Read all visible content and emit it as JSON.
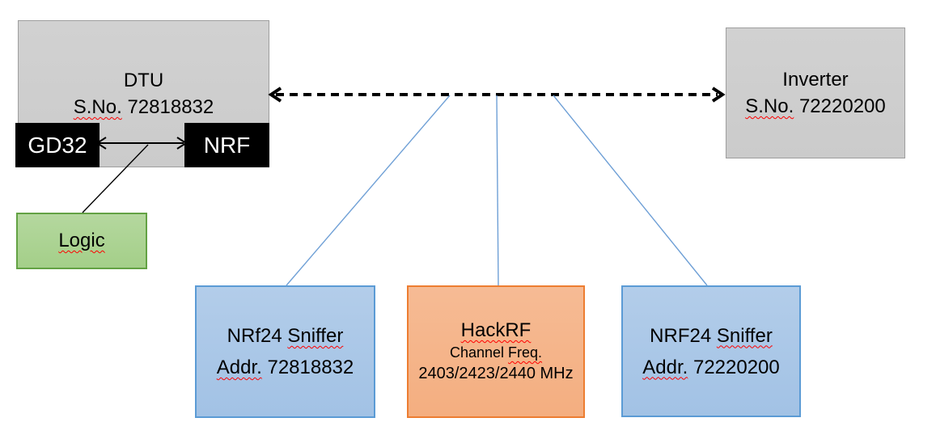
{
  "colors": {
    "canvas_white": "#ffffff",
    "box_gray_fill": "#cbcbcb",
    "box_gray_border": "#9e9e9e",
    "box_black_fill": "#000000",
    "box_green_fill": "#a4cf89",
    "box_green_border": "#63a244",
    "box_blue_fill": "#a2c2e5",
    "box_blue_border": "#5b9bd5",
    "box_orange_fill": "#f4ae80",
    "box_orange_border": "#ed7d31",
    "connector_blue": "#6fa0d6",
    "arrow_black": "#000000",
    "spellcheck_red": "#ff0000",
    "text_black": "#000000",
    "text_white": "#ffffff"
  },
  "dtu": {
    "title": "DTU",
    "serial_label": "S.No.",
    "serial_value": "72818832",
    "gd32_label": "GD32",
    "nrf_label": "NRF"
  },
  "logic": {
    "label": "Logic"
  },
  "inverter": {
    "title": "Inverter",
    "serial_label": "S.No.",
    "serial_value": "72220200"
  },
  "sniffer_left": {
    "title_prefix": "NRf24",
    "title_word": "Sniffer",
    "addr_label": "Addr.",
    "addr_value": "72818832"
  },
  "hackrf": {
    "title": "HackRF",
    "channel_label": "Channel",
    "freq_label": "Freq.",
    "frequencies": "2403/2423/2440 MHz"
  },
  "sniffer_right": {
    "title_prefix": "NRF24",
    "title_word": "Sniffer",
    "addr_label": "Addr.",
    "addr_value": "72220200"
  }
}
